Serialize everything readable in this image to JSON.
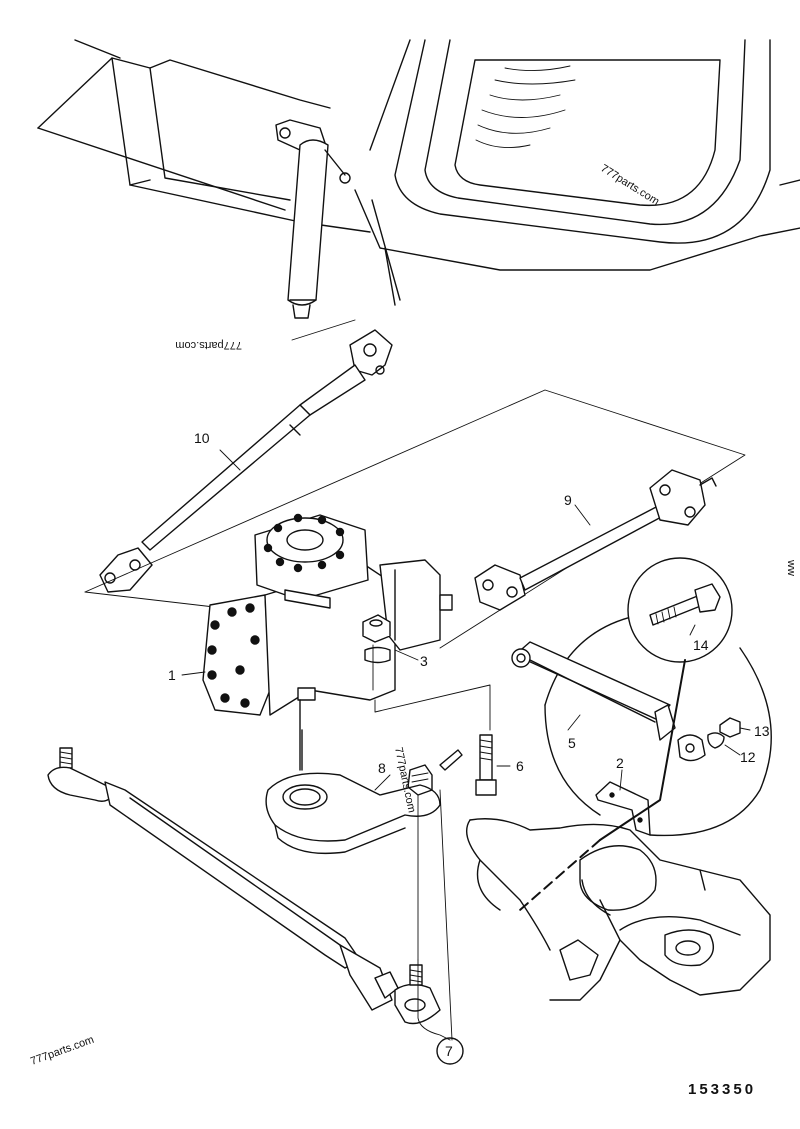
{
  "diagram": {
    "reference_number": "153350",
    "watermarks": [
      "777parts.com",
      "777parts.com",
      "777parts.com",
      "777parts.com",
      "ww"
    ],
    "callouts": [
      {
        "part": "part-1",
        "label": "1"
      },
      {
        "part": "part-2",
        "label": "2"
      },
      {
        "part": "part-3",
        "label": "3"
      },
      {
        "part": "part-5",
        "label": "5"
      },
      {
        "part": "part-6",
        "label": "6"
      },
      {
        "part": "part-7",
        "label": "7"
      },
      {
        "part": "part-8",
        "label": "8"
      },
      {
        "part": "part-9",
        "label": "9"
      },
      {
        "part": "part-10",
        "label": "10"
      },
      {
        "part": "part-12",
        "label": "12"
      },
      {
        "part": "part-13",
        "label": "13"
      },
      {
        "part": "part-14",
        "label": "14"
      }
    ]
  }
}
